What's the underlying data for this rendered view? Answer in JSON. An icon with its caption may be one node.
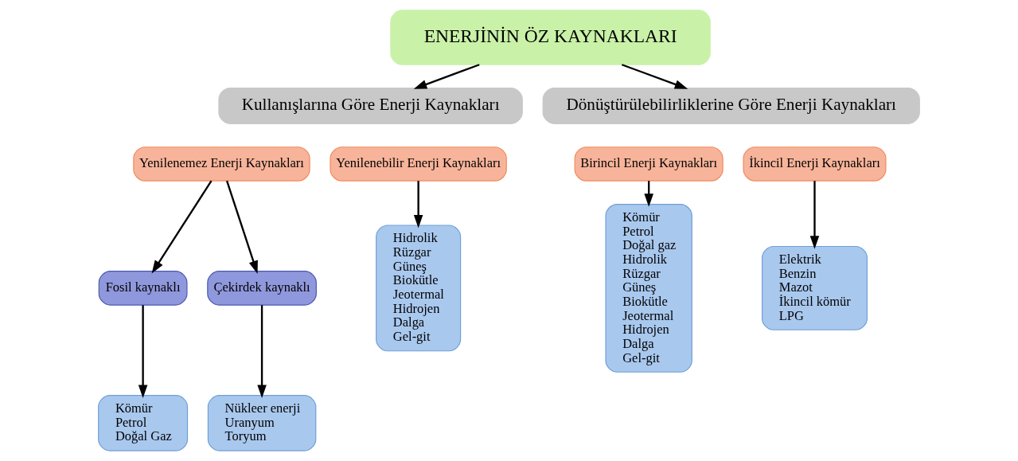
{
  "diagram": {
    "nodes": [
      {
        "text": [
          "ENERJİNİN ÖZ KAYNAKLARI"
        ]
      },
      {
        "text": [
          "Kullanışlarına Göre Enerji Kaynakları"
        ]
      },
      {
        "text": [
          "Dönüştürülebilirliklerine Göre Enerji Kaynakları"
        ]
      },
      {
        "text": [
          "Yenilenemez Enerji Kaynakları"
        ]
      },
      {
        "text": [
          "Yenilenebilir Enerji Kaynakları"
        ]
      },
      {
        "text": [
          "Birincil Enerji Kaynakları"
        ]
      },
      {
        "text": [
          "İkincil Enerji Kaynakları"
        ]
      },
      {
        "text": [
          "Fosil kaynaklı"
        ]
      },
      {
        "text": [
          "Çekirdek kaynaklı"
        ]
      },
      {
        "text": [
          "Kömür",
          "Petrol",
          "Doğal Gaz"
        ]
      },
      {
        "text": [
          "Nükleer enerji",
          "Uranyum",
          "Toryum"
        ]
      },
      {
        "text": [
          "Hidrolik",
          "Rüzgar",
          "Güneş",
          "Biokütle",
          "Jeotermal",
          "Hidrojen",
          "Dalga",
          "Gel-git"
        ]
      },
      {
        "text": [
          "Kömür",
          "Petrol",
          "Doğal gaz",
          "Hidrolik",
          "Rüzgar",
          "Güneş",
          "Biokütle",
          "Jeotermal",
          "Hidrojen",
          "Dalga",
          "Gel-git"
        ]
      },
      {
        "text": [
          "Elektrik",
          "Benzin",
          "Mazot",
          "İkincil kömür",
          "LPG"
        ]
      }
    ],
    "edges": [
      {
        "from": 0,
        "to": 1,
        "arrow": "to"
      },
      {
        "from": 0,
        "to": 2,
        "arrow": "to"
      },
      {
        "from": 3,
        "to": 7,
        "arrow": "to"
      },
      {
        "from": 3,
        "to": 8,
        "arrow": "to"
      },
      {
        "from": 7,
        "to": 9,
        "arrow": "to"
      },
      {
        "from": 8,
        "to": 10,
        "arrow": "to"
      },
      {
        "from": 4,
        "to": 11,
        "arrow": "to"
      },
      {
        "from": 5,
        "to": 12,
        "arrow": "to"
      },
      {
        "from": 6,
        "to": 13,
        "arrow": "to"
      }
    ]
  }
}
